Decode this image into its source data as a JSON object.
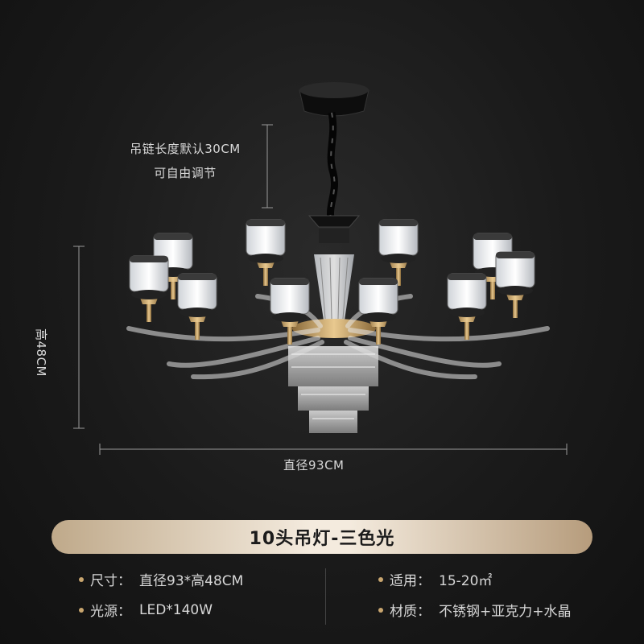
{
  "dimensions": {
    "chain_line1": "吊链长度默认30CM",
    "chain_line2": "可自由调节",
    "height": "高48CM",
    "diameter": "直径93CM"
  },
  "banner": {
    "title": "10头吊灯-三色光"
  },
  "specs": [
    {
      "key": "尺寸：",
      "value": "直径93*高48CM"
    },
    {
      "key": "适用：",
      "value": "15-20㎡"
    },
    {
      "key": "光源：",
      "value": "LED*140W"
    },
    {
      "key": "材质：",
      "value": "不锈钢+亚克力+水晶"
    }
  ],
  "colors": {
    "accent_gold": "#c9a66f",
    "banner_light": "#f4ebde",
    "background": "#1a1a1a"
  }
}
